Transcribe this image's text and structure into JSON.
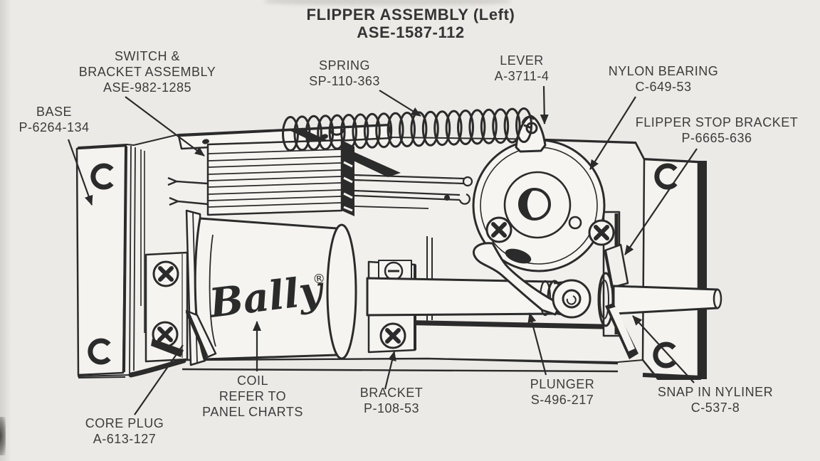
{
  "title": {
    "line1": "FLIPPER ASSEMBLY (Left)",
    "line2": "ASE-1587-112"
  },
  "brand": {
    "name": "Bally",
    "reg": "®"
  },
  "labels": {
    "switch_bracket": {
      "l1": "SWITCH &",
      "l2": "BRACKET ASSEMBLY",
      "l3": "ASE-982-1285"
    },
    "base": {
      "l1": "BASE",
      "l2": "P-6264-134"
    },
    "spring": {
      "l1": "SPRING",
      "l2": "SP-110-363"
    },
    "lever": {
      "l1": "LEVER",
      "l2": "A-3711-4"
    },
    "nylon_bearing": {
      "l1": "NYLON BEARING",
      "l2": "C-649-53"
    },
    "flipper_stop": {
      "l1": "FLIPPER STOP BRACKET",
      "l2": "P-6665-636"
    },
    "coil": {
      "l1": "COIL",
      "l2": "REFER TO",
      "l3": "PANEL CHARTS"
    },
    "core_plug": {
      "l1": "CORE PLUG",
      "l2": "A-613-127"
    },
    "bracket": {
      "l1": "BRACKET",
      "l2": "P-108-53"
    },
    "plunger": {
      "l1": "PLUNGER",
      "l2": "S-496-217"
    },
    "snap_nyliner": {
      "l1": "SNAP IN NYLINER",
      "l2": "C-537-8"
    }
  },
  "ink_color": "#2b2b2b",
  "paper_color": "#eceae6"
}
